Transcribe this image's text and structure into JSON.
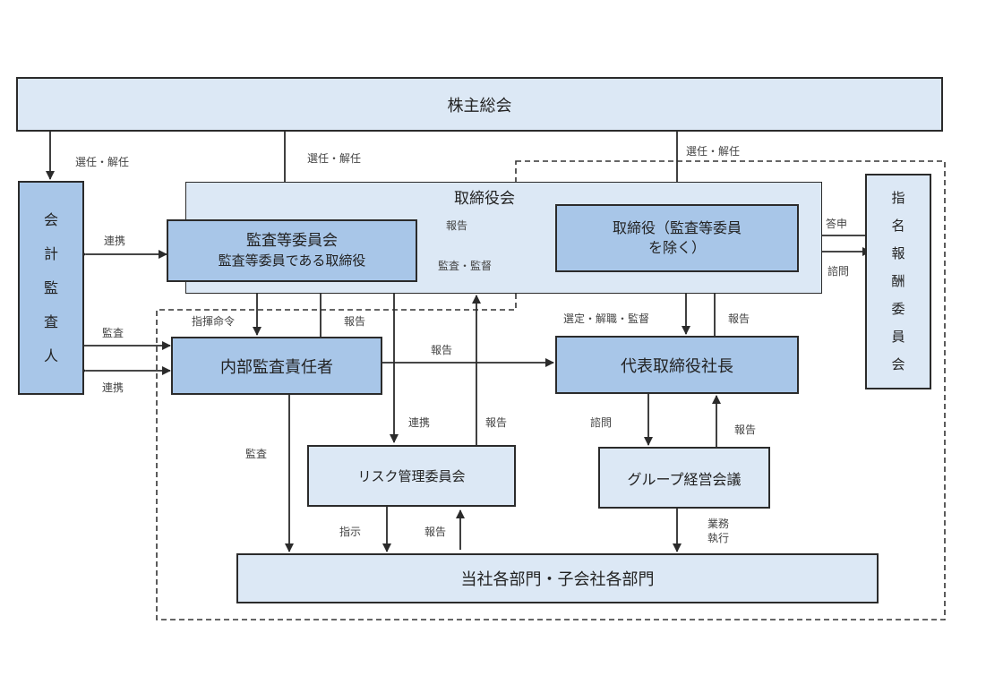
{
  "nodes": {
    "shareholders": "株主総会",
    "auditor": "会計監査人",
    "board_group": "取締役会",
    "audit_committee": [
      "監査等委員会",
      "監査等委員である取締役"
    ],
    "directors": [
      "取締役（監査等委員",
      "を除く）"
    ],
    "nomination": "指名報酬委員会",
    "internal_audit": "内部監査責任者",
    "president": "代表取締役社長",
    "risk": "リスク管理委員会",
    "group_meeting": "グループ経営会議",
    "departments": "当社各部門・子会社各部門"
  },
  "labels": {
    "elect1": "選任・解任",
    "elect2": "選任・解任",
    "elect3": "選任・解任",
    "coop1": "連携",
    "audit1": "監査",
    "coop2": "連携",
    "report_ac": "報告",
    "audit_supervise": "監査・監督",
    "report_ac2": "報告",
    "instruct": "指揮命令",
    "report_ia": "報告",
    "coop3": "連携",
    "report_risk": "報告",
    "audit2": "監査",
    "select": "選定・解職・監督",
    "report_pres": "報告",
    "consult1": "諮問",
    "report_gm": "報告",
    "answer": "答申",
    "consult2": "諮問",
    "instruct2": "指示",
    "report_dept": "報告",
    "business": [
      "業務",
      "執行"
    ]
  },
  "colors": {
    "light": "#dce8f5",
    "medium": "#a8c6e8",
    "line": "#2b2b2b"
  }
}
